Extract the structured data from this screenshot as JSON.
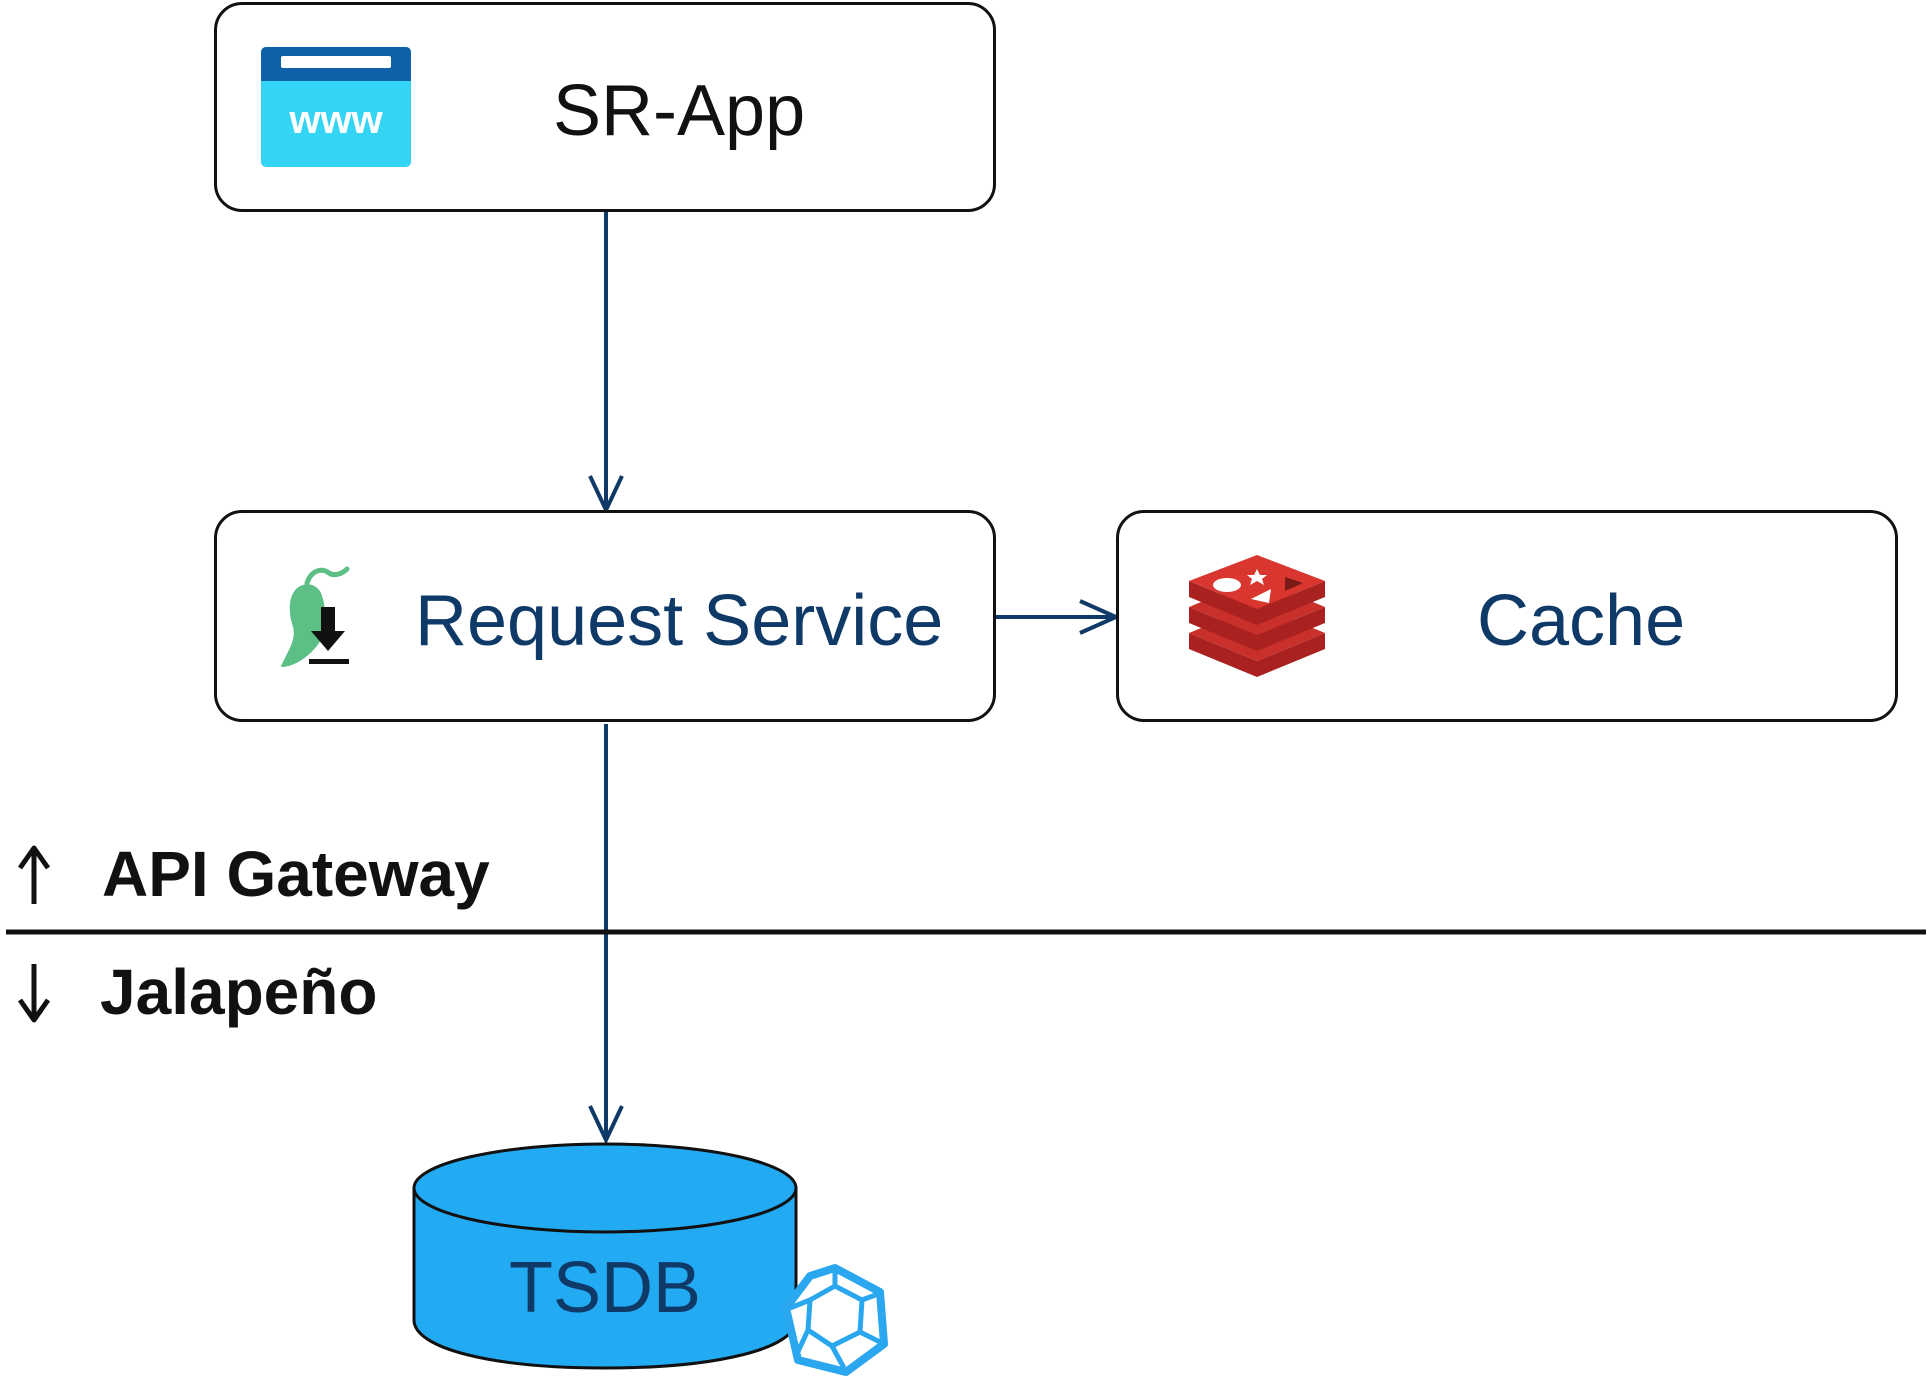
{
  "nodes": {
    "sr_app": {
      "label": "SR-App",
      "icon": "www-browser-icon"
    },
    "request_service": {
      "label": "Request Service",
      "icon": "jalapeno-download-icon"
    },
    "cache": {
      "label": "Cache",
      "icon": "redis-icon"
    },
    "tsdb": {
      "label": "TSDB",
      "icon": "dodecahedron-icon"
    }
  },
  "zones": {
    "upper": {
      "label": "API Gateway",
      "arrow": "arrow-up-icon"
    },
    "lower": {
      "label": "Jalapeño",
      "arrow": "arrow-down-icon"
    }
  },
  "edges": [
    {
      "from": "SR-App",
      "to": "Request Service"
    },
    {
      "from": "Request Service",
      "to": "Cache"
    },
    {
      "from": "Request Service",
      "to": "TSDB"
    }
  ],
  "colors": {
    "edge": "#0f3a68",
    "node_text_dark": "#111111",
    "node_text_blue": "#0f3a68",
    "tsdb_fill": "#22aaf2",
    "redis_red": "#c9302c",
    "browser_blue": "#0f62a8",
    "browser_cyan": "#34d4f4",
    "pepper_green": "#5cbf85",
    "dodeca_blue": "#2aa7ee"
  }
}
